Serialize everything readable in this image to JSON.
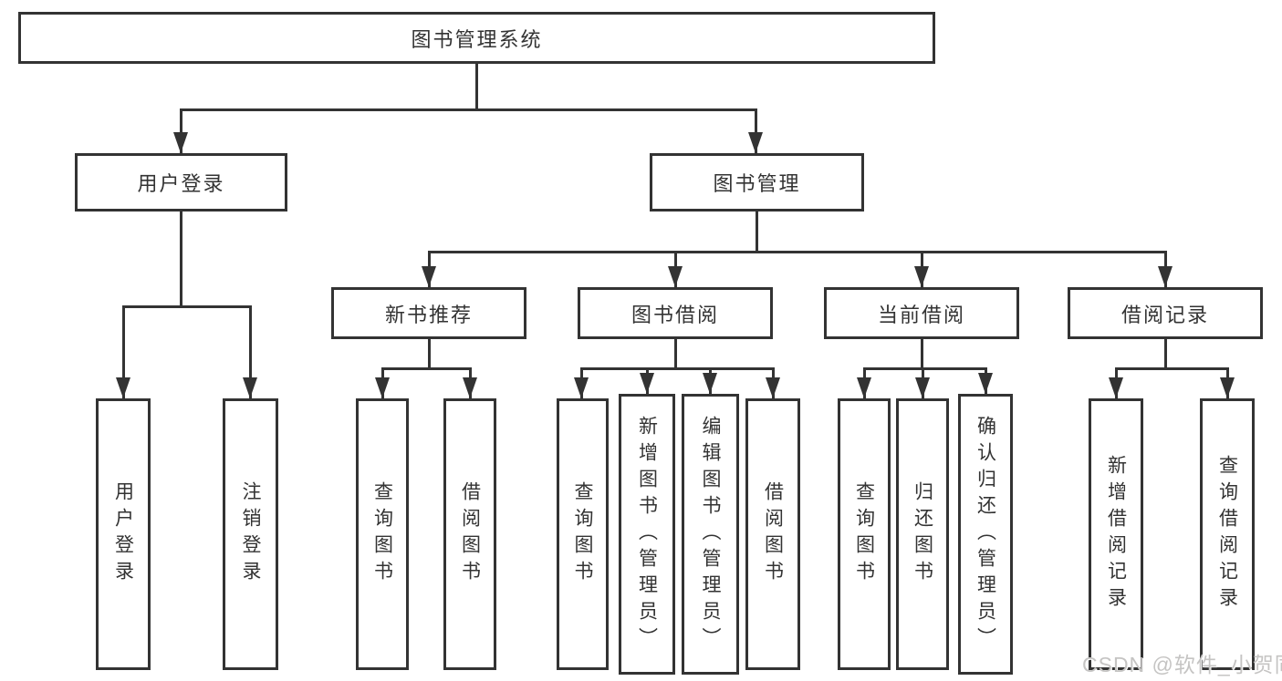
{
  "diagram": {
    "root": {
      "label": "图书管理系统"
    },
    "level2": [
      {
        "label": "用户登录"
      },
      {
        "label": "图书管理"
      }
    ],
    "level3": [
      {
        "label": "新书推荐"
      },
      {
        "label": "图书借阅"
      },
      {
        "label": "当前借阅"
      },
      {
        "label": "借阅记录"
      }
    ],
    "leaves": {
      "g1": [
        "用户登录",
        "注销登录"
      ],
      "g2": [
        "查询图书",
        "借阅图书"
      ],
      "g3": [
        "查询图书",
        "新增图书（管理员）",
        "编辑图书（管理员）",
        "借阅图书"
      ],
      "g4": [
        "查询图书",
        "归还图书",
        "确认归还（管理员）"
      ],
      "g5": [
        "新增借阅记录",
        "查询借阅记录"
      ]
    },
    "colors": {
      "line": "#333333",
      "text": "#333333",
      "background": "#ffffff"
    }
  },
  "watermark": {
    "text": "CSDN @软件_小贺同学",
    "color": "#c5c4c3"
  }
}
